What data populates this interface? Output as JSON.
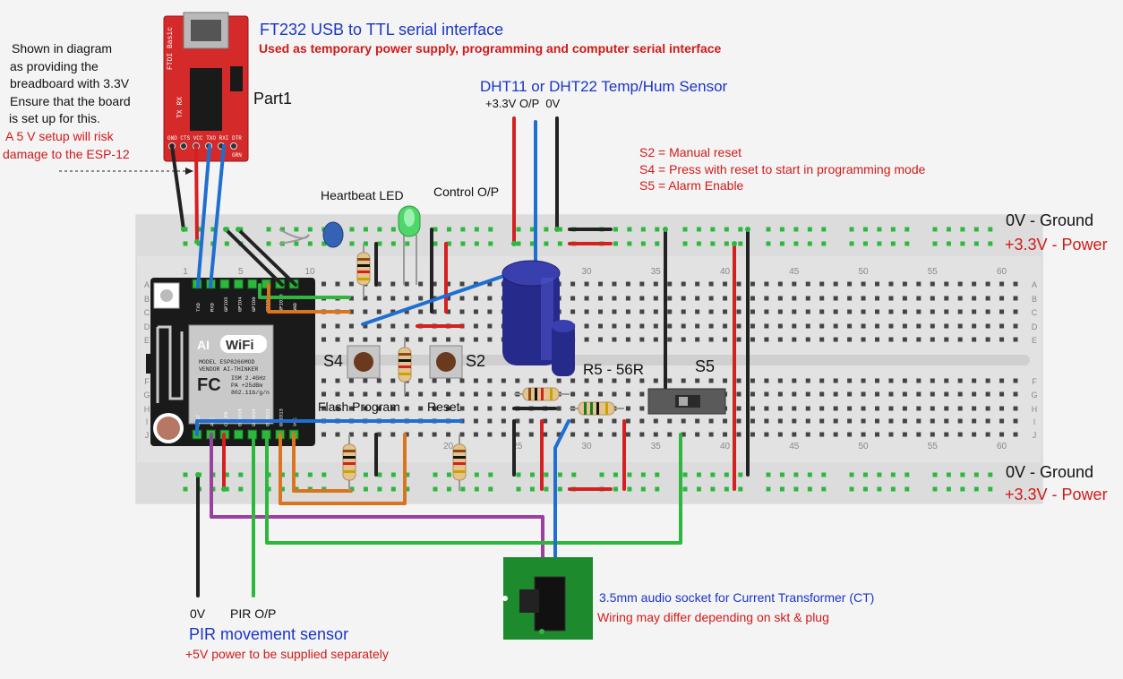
{
  "ftdi": {
    "title": "FT232 USB to TTL serial interface",
    "subtitle": "Used as temporary power supply, programming and computer serial interface",
    "part_label": "Part1",
    "board_text": "FTDI Basic",
    "board_small": "TX RX",
    "pins": "GND CTS VCC TXO RXI DTR",
    "grn": "GRN"
  },
  "side_note": {
    "lines": [
      "Shown in diagram",
      "as providing the",
      "breadboard with 3.3V",
      "Ensure that the board",
      "is set up for this."
    ],
    "warning": [
      "A 5 V setup will risk",
      "damage to the ESP-12"
    ]
  },
  "dht": {
    "title": "DHT11 or DHT22 Temp/Hum Sensor",
    "pins": "+3.3V O/P  0V"
  },
  "switch_notes": [
    "S2 = Manual reset",
    "S4 = Press with reset to start in programming mode",
    "S5 = Alarm Enable"
  ],
  "labels": {
    "heartbeat": "Heartbeat LED",
    "control": "Control O/P",
    "s4": "S4",
    "s2": "S2",
    "s5": "S5",
    "r5": "R5 - 56R",
    "flash": "Flash Program",
    "reset": "Reset"
  },
  "rails": {
    "ground": "0V - Ground",
    "power": "+3.3V - Power"
  },
  "breadboard": {
    "col_numbers_top": [
      "1",
      "5",
      "10",
      "30",
      "35",
      "40",
      "45",
      "50",
      "55",
      "60"
    ],
    "col_numbers_bottom": [
      "20",
      "25",
      "30",
      "35",
      "40",
      "45",
      "50",
      "55",
      "60"
    ],
    "rows": [
      "A",
      "B",
      "C",
      "D",
      "E",
      "F",
      "G",
      "H",
      "I",
      "J"
    ]
  },
  "esp": {
    "logo_ai": "AI",
    "logo_wifi": "WiFi",
    "lines": [
      "MODEL   ESP8266MOD",
      "VENDOR  AI-THINKER",
      "ISM  2.4GHz",
      "PA   +25dBm",
      "802.11b/g/n"
    ],
    "fcc": "FC",
    "pins_top": [
      "TXD",
      "RXD",
      "GPIO5",
      "GPIO4",
      "GPIO0",
      "GPIO2",
      "GPIO15",
      "GND"
    ],
    "pins_bottom": [
      "REST",
      "ADC",
      "CH_PD",
      "GPIO16",
      "GPIO14",
      "GPIO12",
      "GPIO13",
      "VCC"
    ]
  },
  "audio": {
    "title": "3.5mm audio socket for Current Transformer (CT)",
    "note": "Wiring may differ depending on skt & plug"
  },
  "pir": {
    "pin_0v": "0V",
    "pin_op": "PIR O/P",
    "title": "PIR movement sensor",
    "note": "+5V power to be supplied separately"
  },
  "colors": {
    "title_blue": "#1a35c8",
    "warning_red": "#d11a1a",
    "wire_blue": "#1f6fd1",
    "wire_green": "#2db83d",
    "wire_red": "#d42020",
    "wire_black": "#222222",
    "wire_orange": "#d9741f",
    "wire_purple": "#9b3fa0",
    "ftdi_red": "#d42a2a",
    "esp_board": "#1a1a1a",
    "pcb_green": "#1e8a2e"
  }
}
